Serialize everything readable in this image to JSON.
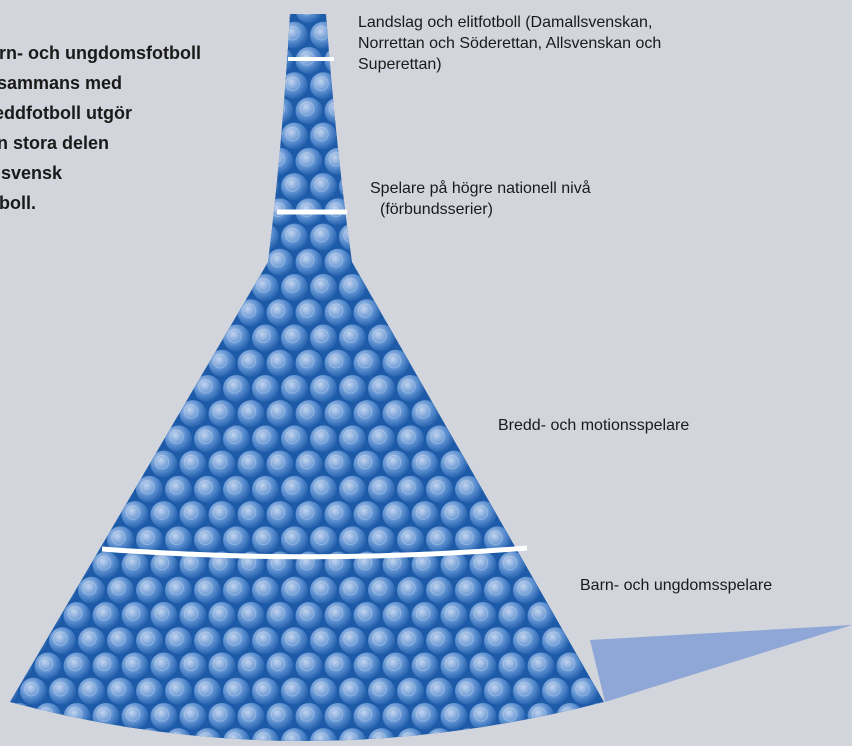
{
  "intro": {
    "lines": [
      "Barn- och ungdomsfotboll",
      "tillsammans med",
      "breddfotboll utgör",
      "den stora delen",
      "av svensk",
      "fotboll."
    ]
  },
  "levels": [
    {
      "id": "elite",
      "lines": [
        "Landslag och elitfotboll (Damallsvenskan,",
        "Norrettan och Söderettan, Allsvenskan och",
        "Superettan)"
      ]
    },
    {
      "id": "national",
      "lines": [
        "Spelare på högre nationell nivå",
        "(förbundsserier)"
      ]
    },
    {
      "id": "bredd",
      "lines": [
        "Bredd- och motionsspelare"
      ]
    },
    {
      "id": "barn",
      "lines": [
        "Barn- och ungdomsspelare"
      ]
    }
  ],
  "colors": {
    "background": "#d2d5dc",
    "ball_dark": "#1d5aa8",
    "ball_mid": "#5b8fd0",
    "ball_light": "#c2d4ef",
    "divider": "#ffffff",
    "pointer": "#8ea7d6"
  }
}
